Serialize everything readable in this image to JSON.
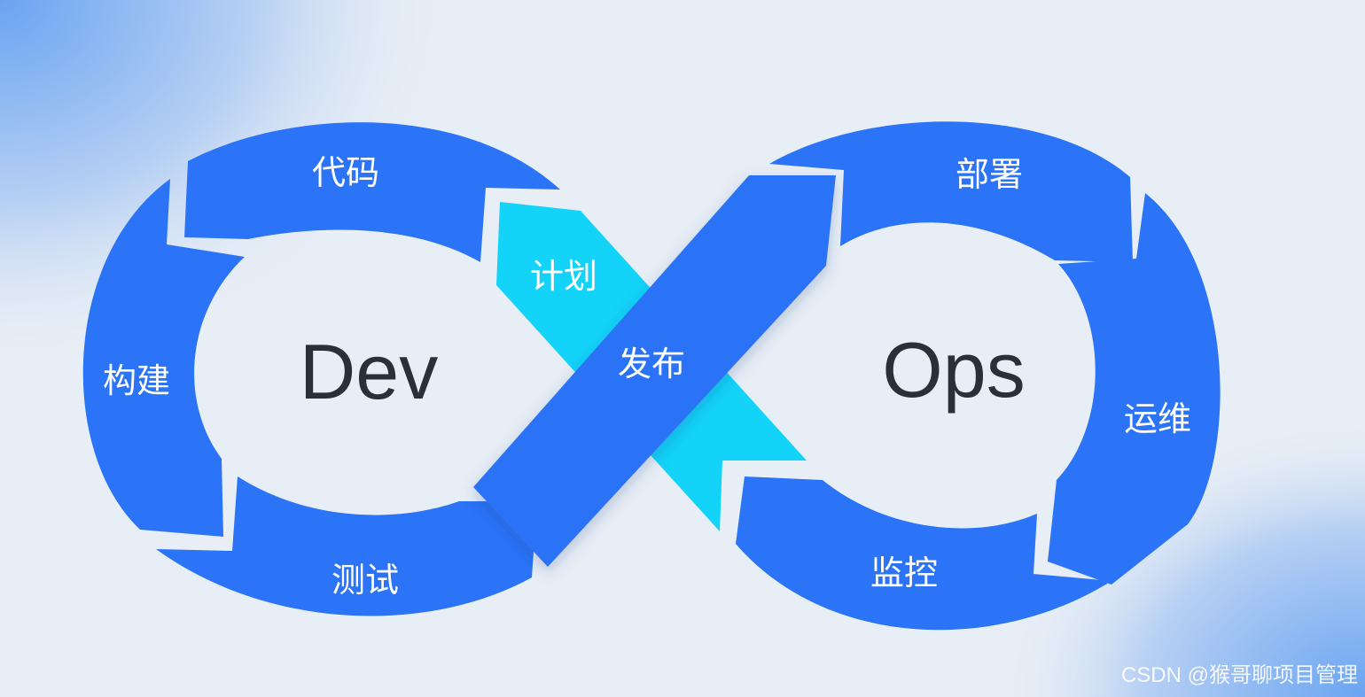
{
  "diagram": {
    "center_left": "Dev",
    "center_right": "Ops",
    "stages": {
      "code": "代码",
      "plan": "计划",
      "build": "构建",
      "test": "测试",
      "release": "发布",
      "deploy": "部署",
      "operate": "运维",
      "monitor": "监控"
    }
  },
  "watermark": "CSDN @猴哥聊项目管理",
  "colors": {
    "background": "#e8eef6",
    "segment_blue": "#2b73f7",
    "segment_cyan": "#13d3f9",
    "center_text": "#2b3038",
    "label_text": "#ffffff"
  }
}
